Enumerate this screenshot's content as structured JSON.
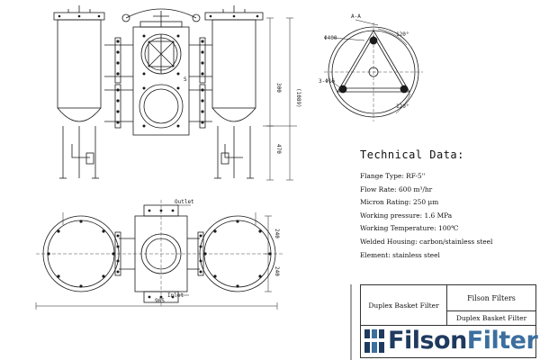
{
  "technical": {
    "title": "Technical Data:",
    "rows": [
      "Flange Type: RF-5''",
      "Flow Rate: 600 m³/hr",
      "Micron Rating: 250 μm",
      "Working pressure: 1.6 MPa",
      "Working Temperature: 100℃",
      "Welded Housing: carbon/stainless steel",
      "Element: stainless steel"
    ]
  },
  "title_block": {
    "left": "Duplex Basket Filter",
    "company": "Filson Filters",
    "product": "Duplex Basket Filter"
  },
  "logo": {
    "part1": "Filson",
    "part2": "Filter"
  },
  "drawing": {
    "dims": {
      "d300": "300",
      "d1089": "(1089)",
      "d470": "470",
      "d240a": "240",
      "d240b": "240",
      "d965": "965",
      "view_section": "A-A",
      "angle_top": "120°",
      "angle_bot": "120°",
      "phi400": "Φ400",
      "holes": "3-Φ16",
      "outlet": "Outlet",
      "inlet": "Inlet",
      "s_mark": "S"
    }
  },
  "colors": {
    "line": "#1a1a1a",
    "logo_dark": "#1f3a5f",
    "logo_light": "#3c6e9e"
  }
}
